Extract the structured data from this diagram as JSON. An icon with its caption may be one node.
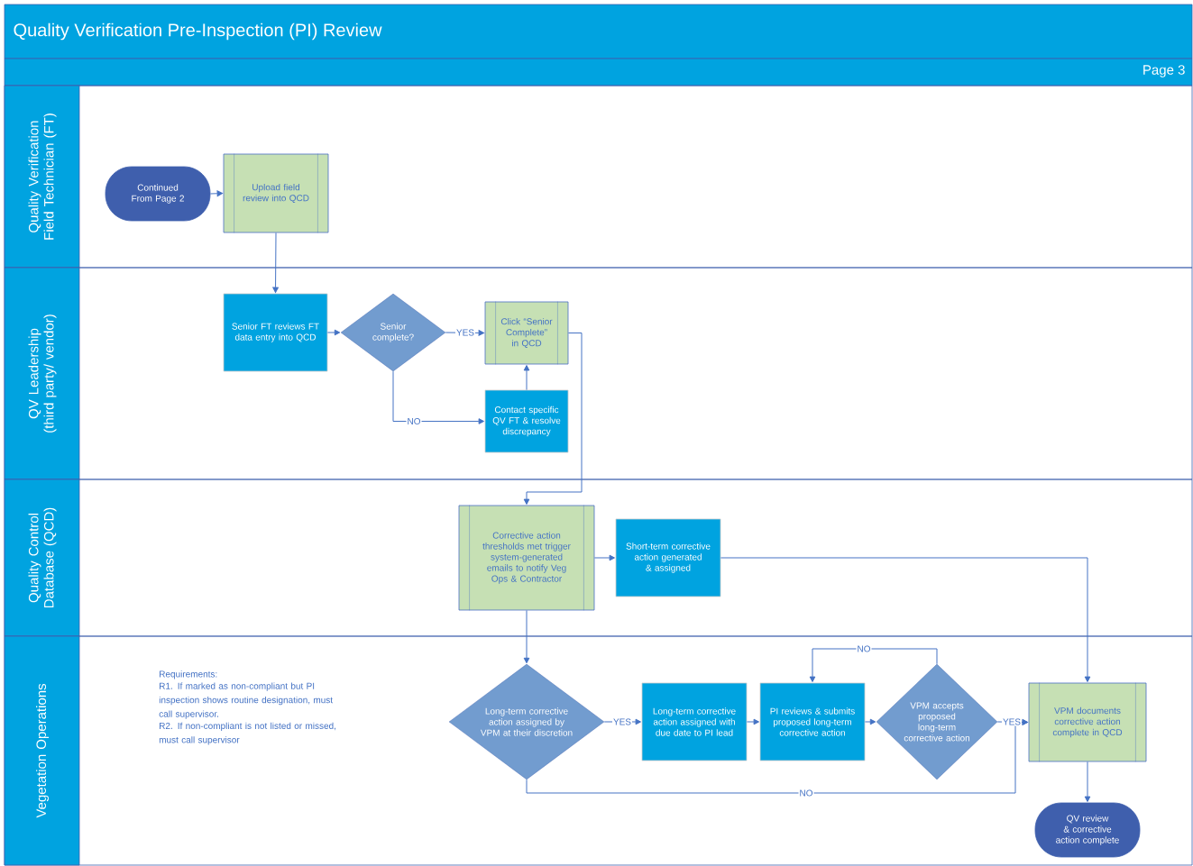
{
  "diagram": {
    "title": "Quality Verification Pre-Inspection (PI) Review",
    "nodes": [
      {
        "text": [
          "Quality Verification Field Technician (FT)"
        ]
      },
      {
        "text": [
          "QV Leadership (third party/ vendor)"
        ]
      },
      {
        "text": [
          "Quality Control Database (QCD)"
        ]
      },
      {
        "text": [
          "Vegetation Operations"
        ]
      },
      {
        "text": [
          "Continued From Page 2"
        ],
        "in": 0
      },
      {
        "text": [
          "Upload field review into QCD"
        ],
        "in": 0
      },
      {
        "text": [
          "Senior FT reviews FT data entry into QCD"
        ],
        "in": 1
      },
      {
        "text": [
          "Senior complete?"
        ],
        "in": 1
      },
      {
        "text": [
          "Click “Senior Complete” in QCD"
        ],
        "in": 1
      },
      {
        "text": [
          "Contact specific QV FT & resolve discrepancy"
        ],
        "in": 1
      },
      {
        "text": [
          "Corrective action thresholds met trigger system-generated emails to notify Veg Ops & Contractor"
        ],
        "in": 2
      },
      {
        "text": [
          "Short-term corrective action generated & assigned"
        ],
        "in": 2
      },
      {
        "text": [
          "Long-term corrective action assigned by VPM at their discretion"
        ],
        "in": 3
      },
      {
        "text": [
          "Long-term corrective action assigned with due date to PI lead"
        ],
        "in": 3
      },
      {
        "text": [
          "PI reviews & submits proposed long-term corrective action"
        ],
        "in": 3
      },
      {
        "text": [
          "VPM accepts proposed long-term corrective action"
        ],
        "in": 3
      },
      {
        "text": [
          "VPM documents corrective action complete in QCD"
        ],
        "in": 3
      },
      {
        "text": [
          "QV review & corrective action complete"
        ],
        "in": 3
      }
    ],
    "edges": [
      {
        "from": 4,
        "to": 5,
        "arrow": "to"
      },
      {
        "from": 5,
        "to": 6,
        "arrow": "to"
      },
      {
        "from": 6,
        "to": 7,
        "arrow": "to"
      },
      {
        "from": 7,
        "to": 8,
        "arrow": "to",
        "label": "YES"
      },
      {
        "from": 7,
        "to": 9,
        "arrow": "to",
        "label": "NO"
      },
      {
        "from": 9,
        "to": 8,
        "arrow": "to"
      },
      {
        "from": 8,
        "to": 10,
        "arrow": "to"
      },
      {
        "from": 10,
        "to": 11,
        "arrow": "to"
      },
      {
        "from": 11,
        "to": 16,
        "arrow": "to"
      },
      {
        "from": 10,
        "to": 12,
        "arrow": "to"
      },
      {
        "from": 12,
        "to": 13,
        "arrow": "to",
        "label": "YES"
      },
      {
        "from": 13,
        "to": 14,
        "arrow": "to"
      },
      {
        "from": 14,
        "to": 15,
        "arrow": "to"
      },
      {
        "from": 15,
        "to": 14,
        "arrow": "to",
        "label": "NO"
      },
      {
        "from": 15,
        "to": 16,
        "arrow": "to",
        "label": "YES"
      },
      {
        "from": 12,
        "to": 16,
        "arrow": "to",
        "label": "NO"
      },
      {
        "from": 16,
        "to": 17,
        "arrow": "to"
      }
    ],
    "labels": [
      "Page 3",
      "Requirements:",
      "R1. If marked as non-compliant but PI inspection shows routine designation, must call supervisor.",
      "R2. If non-compliant is not listed or missed, must call supervisor"
    ]
  }
}
